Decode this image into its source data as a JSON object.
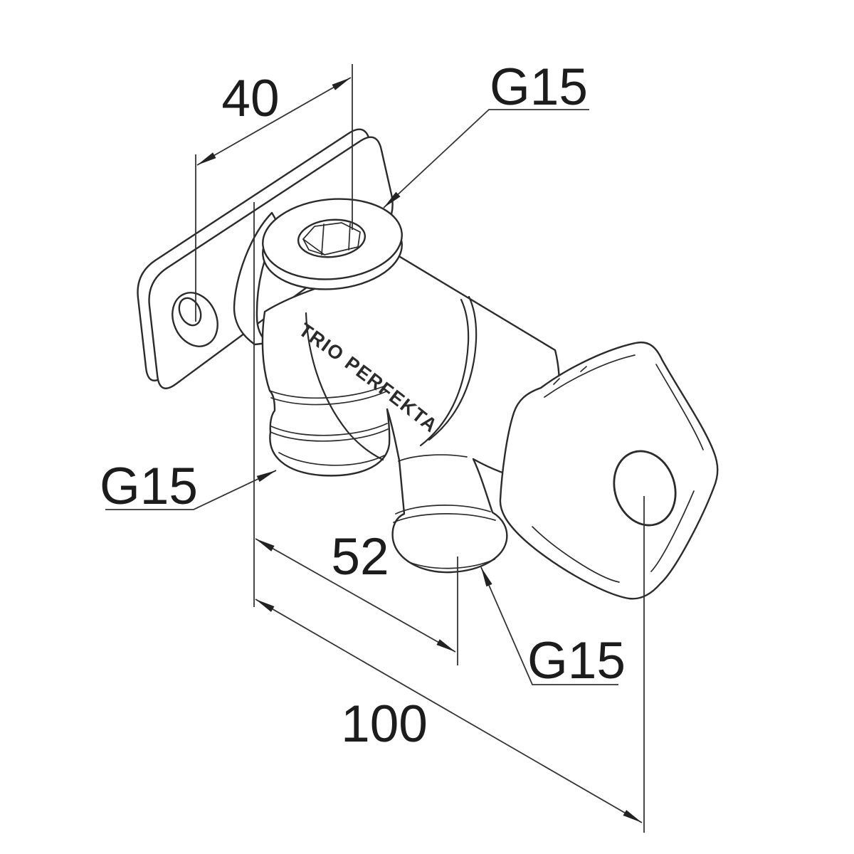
{
  "drawing": {
    "type": "isometric-technical-drawing",
    "subject": "wall-mounted-valve",
    "brand_engraving": "TRIO PERFEKTA",
    "dimensions": {
      "hole_offset": {
        "label": "40"
      },
      "spout_depth": {
        "label": "52"
      },
      "total_depth": {
        "label": "100"
      }
    },
    "threads": {
      "inlet": {
        "label": "G15"
      },
      "left_outlet": {
        "label": "G15"
      },
      "spout": {
        "label": "G15"
      }
    },
    "colors": {
      "line": "#2b2b2b",
      "dimension_line": "#343434",
      "text": "#1c1c1c",
      "background": "#ffffff"
    }
  }
}
